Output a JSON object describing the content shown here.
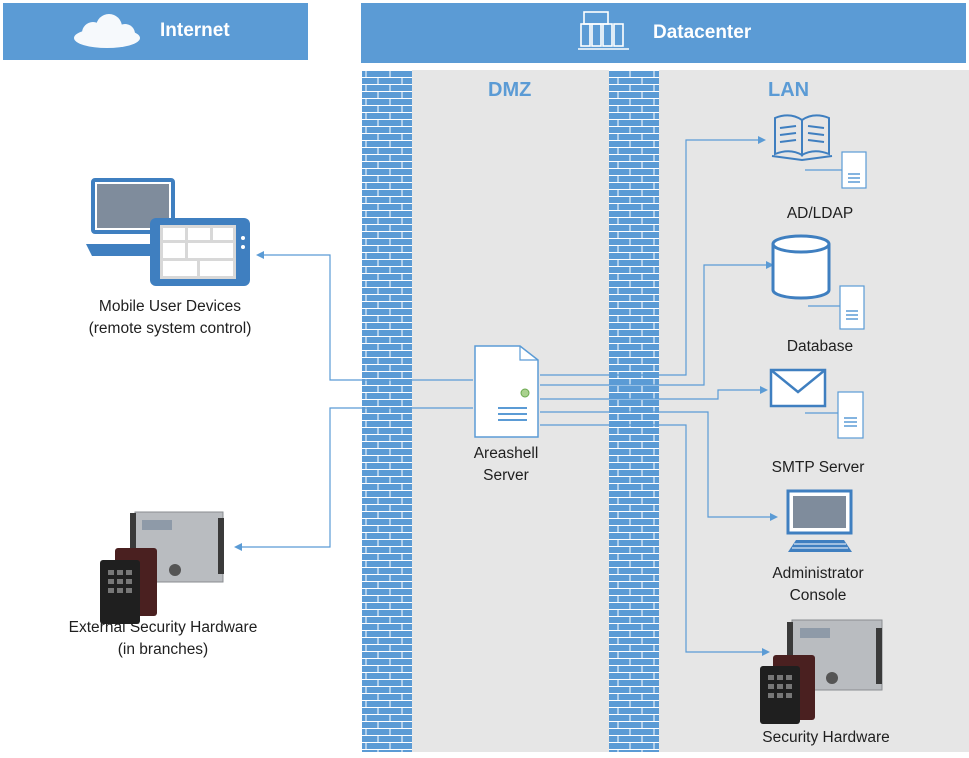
{
  "header": {
    "internet_title": "Internet",
    "datacenter_title": "Datacenter"
  },
  "zones": {
    "dmz": "DMZ",
    "lan": "LAN"
  },
  "nodes": {
    "mobile": {
      "line1": "Mobile User Devices",
      "line2": "(remote system control)"
    },
    "external_hw": {
      "line1": "External Security Hardware",
      "line2": "(in branches)"
    },
    "server": {
      "line1": "Areashell",
      "line2": "Server"
    },
    "ad": {
      "label": "AD/LDAP"
    },
    "database": {
      "label": "Database"
    },
    "smtp": {
      "label": "SMTP Server"
    },
    "admin": {
      "line1": "Administrator",
      "line2": "Console"
    },
    "security_hw": {
      "label": "Security Hardware"
    }
  },
  "colors": {
    "banner": "#5b9bd5",
    "zone_bg": "#e6e6e6",
    "firewall": "#5b9bd5",
    "connector": "#5b9bd5",
    "icon": "#4a89c8"
  }
}
